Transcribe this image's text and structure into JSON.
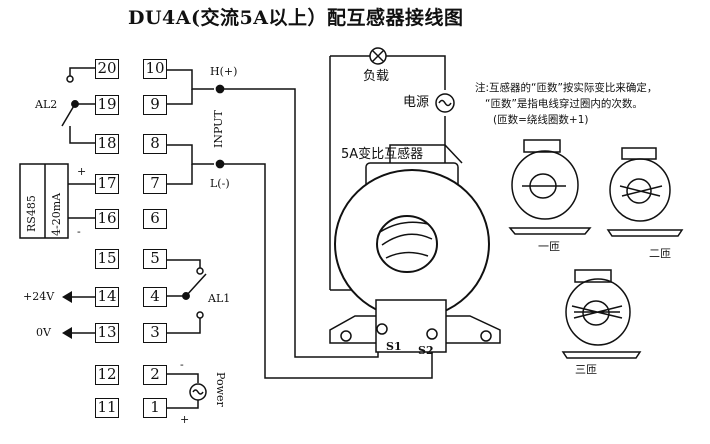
{
  "title": "DU4A(交流5A以上）配互感器接线图",
  "terminals_left": [
    "20",
    "19",
    "18",
    "17",
    "16",
    "15",
    "14",
    "13",
    "12",
    "11"
  ],
  "terminals_right": [
    "10",
    "9",
    "8",
    "7",
    "6",
    "5",
    "4",
    "3",
    "2",
    "1"
  ],
  "labels": {
    "al2": "AL2",
    "al1": "AL1",
    "h_plus": "H(+)",
    "l_minus": "L(-)",
    "input": "INPUT",
    "rs485": "RS485",
    "ma": "4-20mA",
    "plus": "+",
    "minus": "-",
    "v24": "+24V",
    "v0": "0V",
    "power": "Power",
    "pwr_minus": "-",
    "pwr_plus": "+",
    "load": "负载",
    "source": "电源",
    "ct": "5A变比互感器",
    "s1": "S1",
    "s2": "S2"
  },
  "note": {
    "line1": "注:互感器的“匝数”按实际变比来确定，",
    "line2": "“匝数”是指电线穿过圈内的次数。",
    "line3": "(匝数=绕线圈数+1)"
  },
  "ct_images": {
    "one": "一匝",
    "two": "二匝",
    "three": "三匝"
  }
}
